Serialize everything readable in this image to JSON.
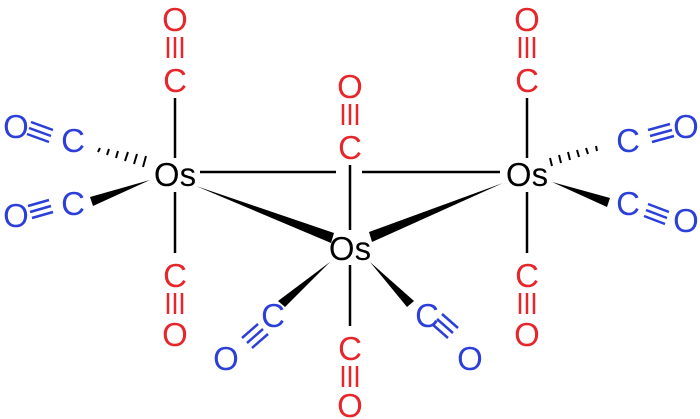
{
  "metal": "Os",
  "ligand_c": "C",
  "ligand_o": "O",
  "colors": {
    "metal": "#000000",
    "in_plane_co": "#e6262b",
    "out_of_plane_co": "#2c3fd9"
  }
}
